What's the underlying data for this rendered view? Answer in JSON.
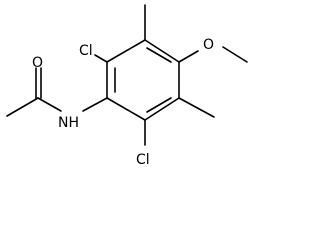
{
  "molecule": {
    "labels": {
      "o_carbonyl": "O",
      "nh": "NH",
      "cl_top": "Cl",
      "cl_bottom": "Cl",
      "o_methoxy": "O"
    }
  }
}
